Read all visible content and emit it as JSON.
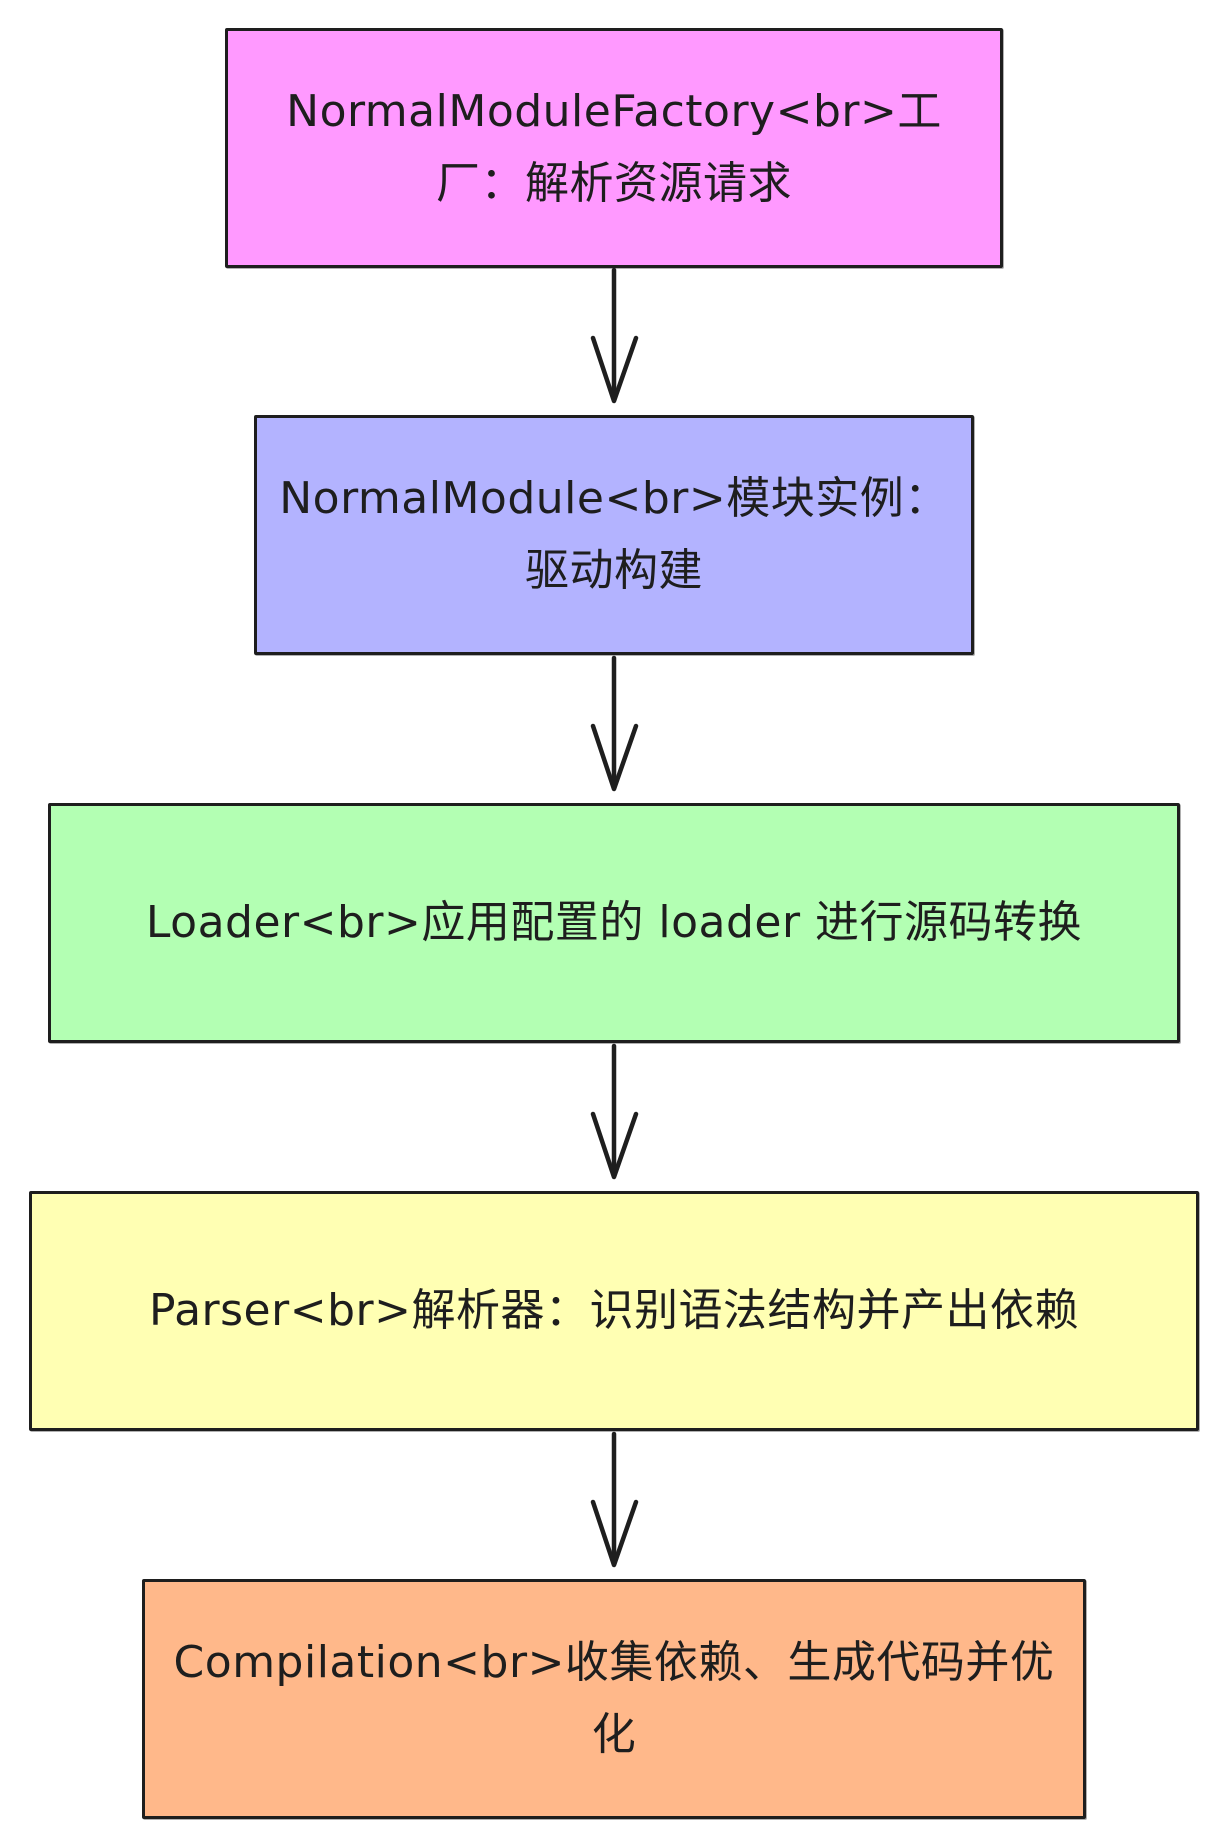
{
  "colors": {
    "stroke": "#1e1e1e",
    "node_1": "#ff99ff",
    "node_2": "#b3b3ff",
    "node_3": "#b3ffb3",
    "node_4": "#ffffb3",
    "node_5": "#ffb88a"
  },
  "nodes": [
    {
      "label": "NormalModuleFactory<br>工厂：解析资源请求"
    },
    {
      "label": "NormalModule<br>模块实例：驱动构建"
    },
    {
      "label": "Loader<br>应用配置的 loader 进行源码转换"
    },
    {
      "label": "Parser<br>解析器：识别语法结构并产出依赖"
    },
    {
      "label": "Compilation<br>收集依赖、生成代码并优化"
    }
  ]
}
